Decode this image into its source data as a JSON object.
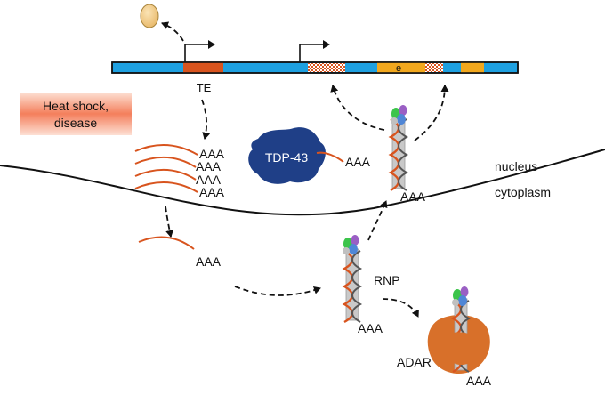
{
  "labels": {
    "te": "TE",
    "exon": "e",
    "heat_shock_line1": "Heat shock,",
    "heat_shock_line2": "disease",
    "tdp43": "TDP-43",
    "nucleus": "nucleus",
    "cytoplasm": "cytoplasm",
    "rnp": "RNP",
    "adar": "ADAR",
    "polya": "AAA"
  },
  "colors": {
    "dna_blue": "#1ea0e0",
    "te_segment": "#d8541e",
    "exon_orange": "#f2a81e",
    "tdp43_blue": "#1f3f87",
    "adar_orange": "#d8702a",
    "rna_strand": "#d8541e",
    "heat_shock_fill": "#f58a6a"
  },
  "icons": [
    "transcription-start-arrow",
    "oval-particle",
    "rnp-protein-cluster",
    "dsrna-helix"
  ]
}
